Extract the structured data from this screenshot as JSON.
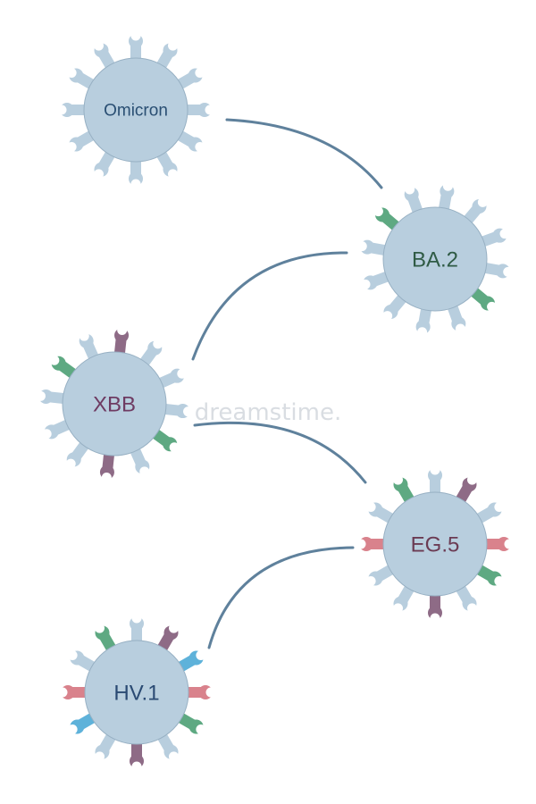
{
  "watermark": "dreamstime.",
  "palette": {
    "body": "#b8cede",
    "edge": "#97b0c3",
    "connector": "#5f819c",
    "green": "#5ea982",
    "purple": "#8e6b86",
    "pink": "#d9828c",
    "blue": "#5eb2da"
  },
  "nodes": [
    {
      "id": "omicron",
      "label": "Omicron",
      "label_color": "#2a4f73",
      "spike_colors": []
    },
    {
      "id": "ba2",
      "label": "BA.2",
      "label_color": "#2f5b45",
      "spike_colors": [
        "green",
        "green"
      ]
    },
    {
      "id": "xbb",
      "label": "XBB",
      "label_color": "#6e3b62",
      "spike_colors": [
        "green",
        "purple",
        "green",
        "purple"
      ]
    },
    {
      "id": "eg5",
      "label": "EG.5",
      "label_color": "#6b3b53",
      "spike_colors": [
        "green",
        "purple",
        "pink",
        "pink",
        "green",
        "purple"
      ]
    },
    {
      "id": "hv1",
      "label": "HV.1",
      "label_color": "#2a4a73",
      "spike_colors": [
        "green",
        "purple",
        "pink",
        "blue",
        "pink",
        "green",
        "blue",
        "purple"
      ]
    }
  ],
  "connections": [
    {
      "from": "omicron",
      "to": "ba2"
    },
    {
      "from": "ba2",
      "to": "xbb"
    },
    {
      "from": "xbb",
      "to": "eg5"
    },
    {
      "from": "eg5",
      "to": "hv1"
    }
  ]
}
